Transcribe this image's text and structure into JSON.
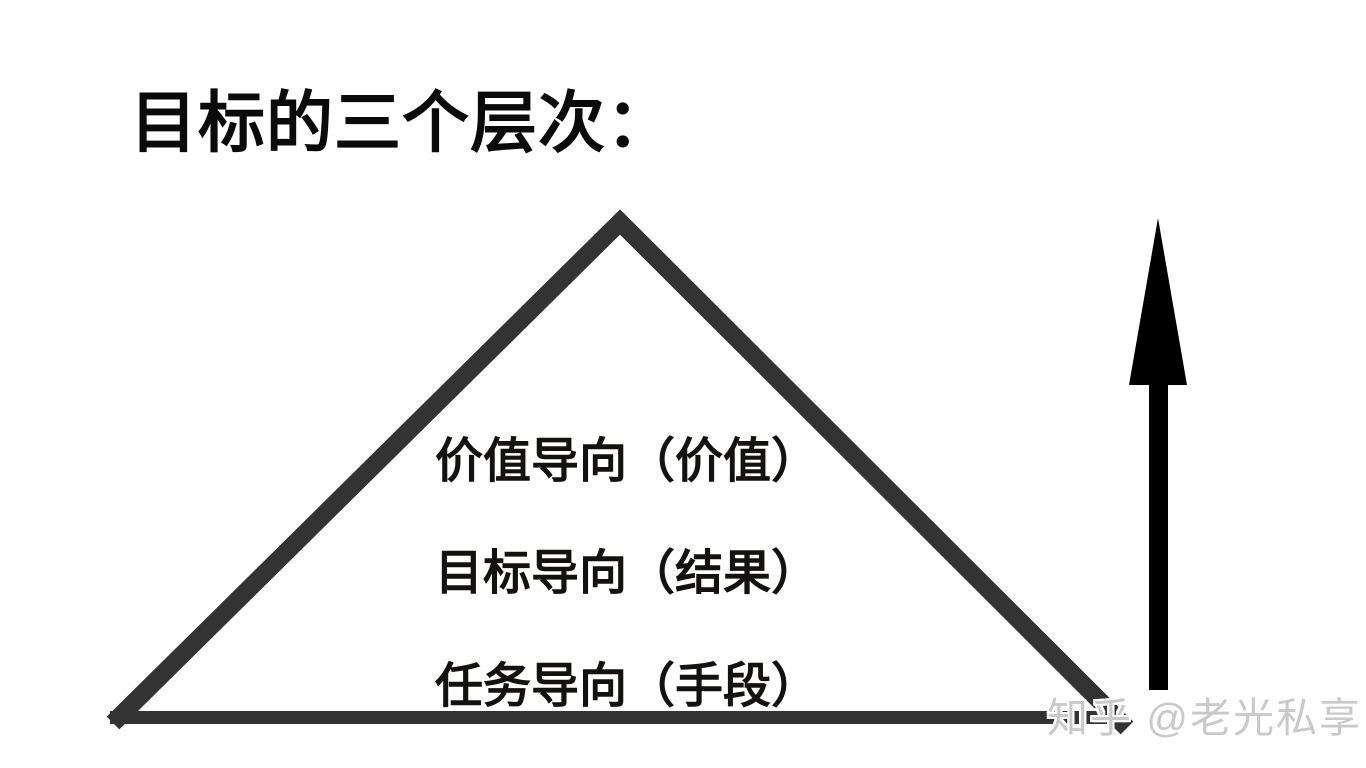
{
  "page": {
    "title": "目标的三个层次：",
    "background_color": "#ffffff",
    "text_color": "#141210"
  },
  "pyramid": {
    "stroke_color": "#333333",
    "levels": [
      "价值导向（价值）",
      "目标导向（结果）",
      "任务导向（手段）"
    ]
  },
  "arrow": {
    "direction": "up",
    "color": "#000000"
  },
  "watermark": {
    "text": "知乎 @老光私享",
    "color": "#c9c9c9"
  }
}
